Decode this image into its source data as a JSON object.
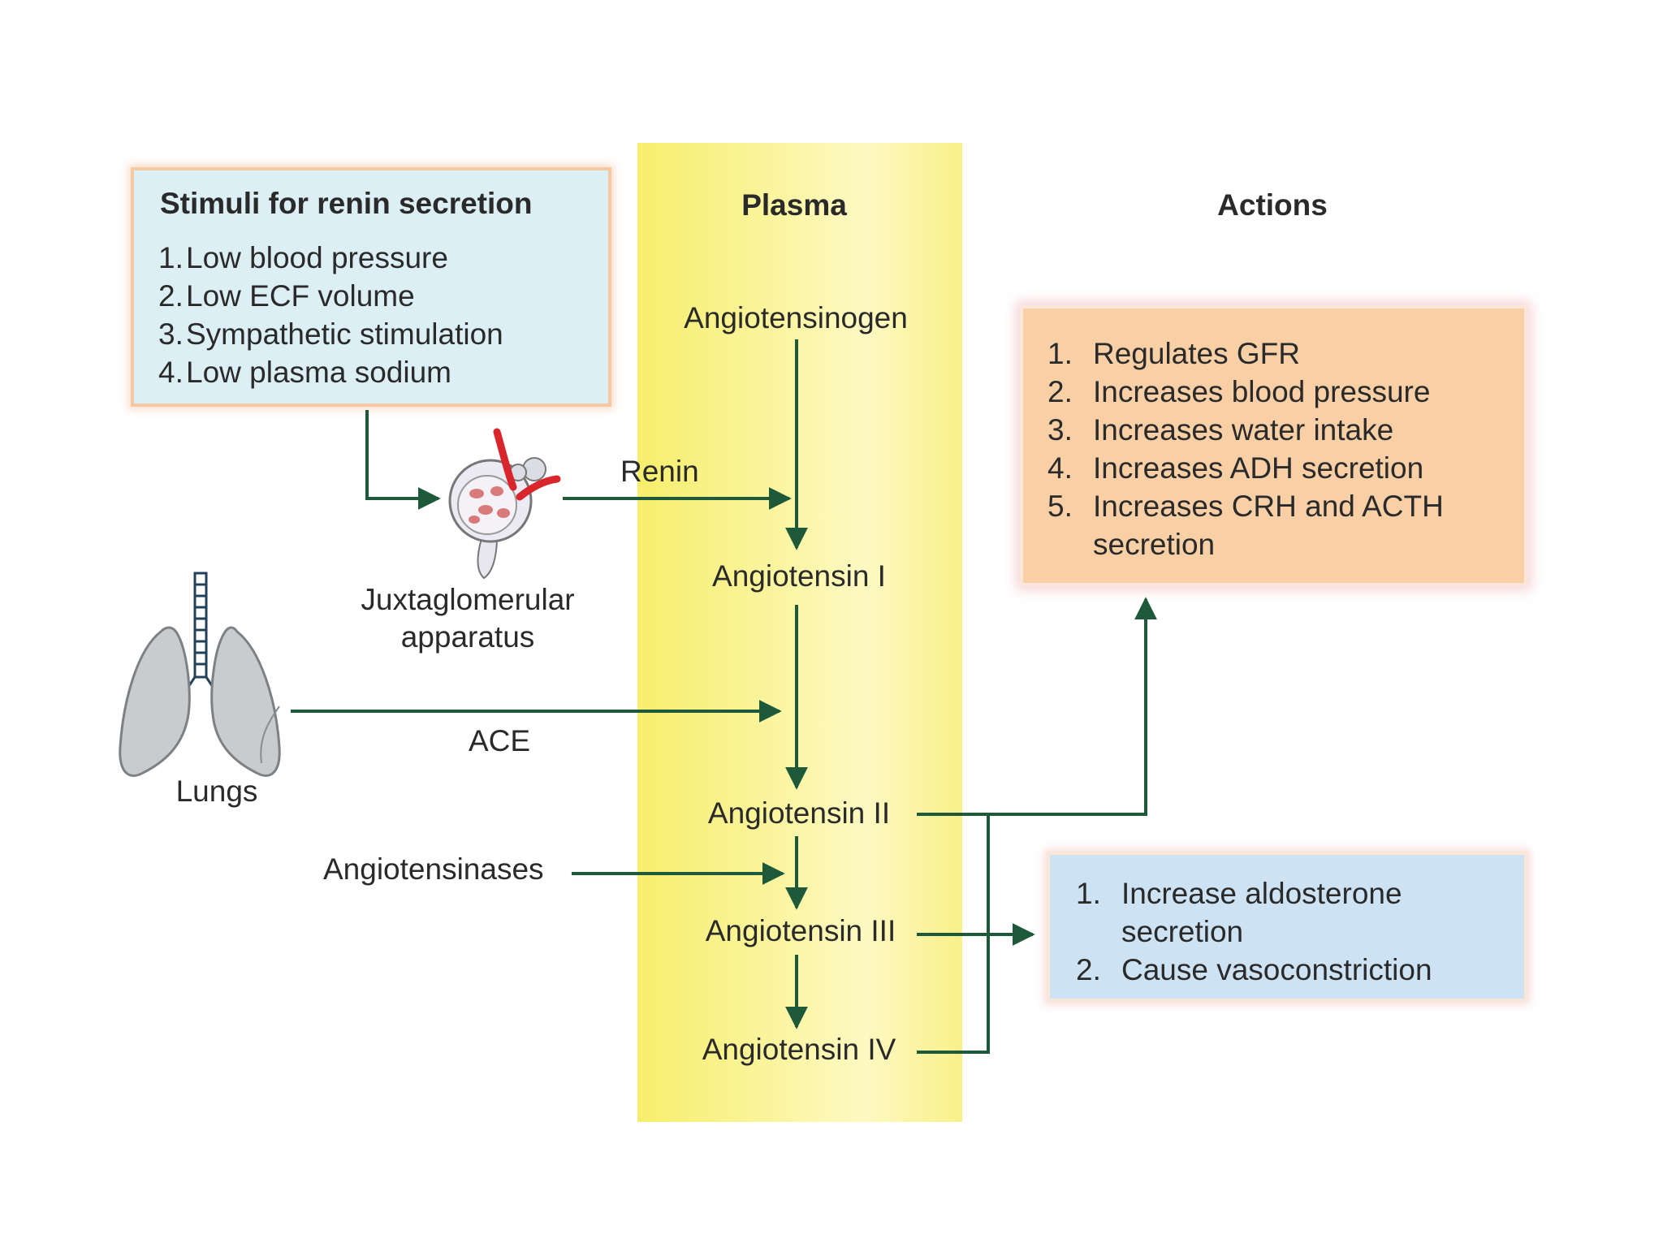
{
  "headings": {
    "plasma": "Plasma",
    "actions": "Actions"
  },
  "stimuli": {
    "title": "Stimuli for renin secretion",
    "items": [
      {
        "num": "1.",
        "text": "Low blood pressure"
      },
      {
        "num": "2.",
        "text": "Low ECF volume"
      },
      {
        "num": "3.",
        "text": "Sympathetic stimulation"
      },
      {
        "num": "4.",
        "text": "Low plasma sodium"
      }
    ]
  },
  "cascade": {
    "angiotensinogen": "Angiotensinogen",
    "angiotensin_1": "Angiotensin I",
    "angiotensin_2": "Angiotensin II",
    "angiotensin_3": "Angiotensin III",
    "angiotensin_4": "Angiotensin IV"
  },
  "enzymes": {
    "renin": "Renin",
    "ace": "ACE",
    "angiotensinases": "Angiotensinases"
  },
  "organs": {
    "jga_line1": "Juxtaglomerular",
    "jga_line2": "apparatus",
    "lungs": "Lungs"
  },
  "actions_primary": [
    {
      "num": "1.",
      "text": "Regulates GFR"
    },
    {
      "num": "2.",
      "text": "Increases blood pressure"
    },
    {
      "num": "3.",
      "text": "Increases water intake"
    },
    {
      "num": "4.",
      "text": "Increases ADH secretion"
    },
    {
      "num": "5.",
      "text": "Increases CRH and ACTH"
    },
    {
      "num": "",
      "text": "secretion"
    }
  ],
  "actions_secondary": [
    {
      "num": "1.",
      "text": "Increase aldosterone"
    },
    {
      "num": "",
      "text": "secretion"
    },
    {
      "num": "2.",
      "text": "Cause vasoconstriction"
    }
  ],
  "colors": {
    "arrow": "#1e5a3a",
    "plasma_band": "#f7ee6c",
    "stimuli_box": "#dceff5",
    "actions_box_primary": "#f9cfa6",
    "actions_box_secondary": "#cde3f4",
    "vessel_red": "#d8262c",
    "lung_gray": "#c9cbcd"
  },
  "icons": [
    "juxtaglomerular-apparatus-icon",
    "lungs-icon"
  ]
}
